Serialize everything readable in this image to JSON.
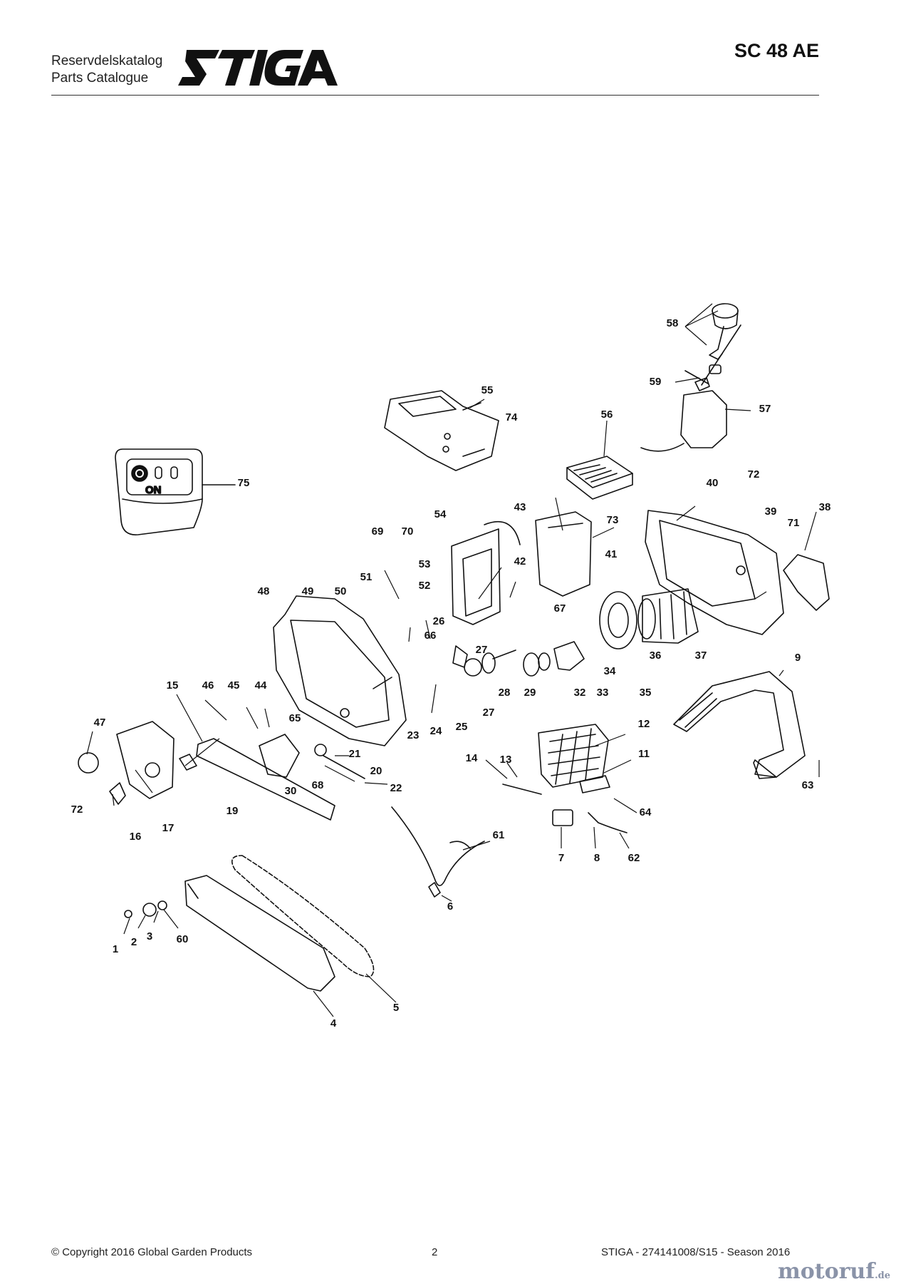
{
  "header": {
    "catalog_line1": "Reservdelskatalog",
    "catalog_line2": "Parts Catalogue",
    "brand": "STIGA",
    "model": "SC 48 AE"
  },
  "diagram": {
    "labels": [
      "1",
      "2",
      "3",
      "4",
      "5",
      "6",
      "7",
      "8",
      "9",
      "11",
      "12",
      "13",
      "14",
      "15",
      "16",
      "17",
      "19",
      "20",
      "21",
      "22",
      "23",
      "24",
      "25",
      "26",
      "27",
      "28",
      "29",
      "30",
      "32",
      "33",
      "34",
      "35",
      "36",
      "37",
      "38",
      "39",
      "40",
      "41",
      "42",
      "43",
      "44",
      "45",
      "46",
      "47",
      "48",
      "49",
      "50",
      "51",
      "52",
      "53",
      "54",
      "55",
      "56",
      "57",
      "58",
      "59",
      "60",
      "61",
      "62",
      "63",
      "64",
      "65",
      "66",
      "67",
      "68",
      "69",
      "70",
      "71",
      "72",
      "73",
      "74",
      "75"
    ],
    "panel": {
      "on_text": "ON"
    }
  },
  "footer": {
    "copyright": "© Copyright 2016 Global Garden Products",
    "page": "2",
    "reference": "STIGA - 274141008/S15 - Season 2016"
  },
  "watermark": {
    "name": "motoruf",
    "suffix": ".de"
  }
}
